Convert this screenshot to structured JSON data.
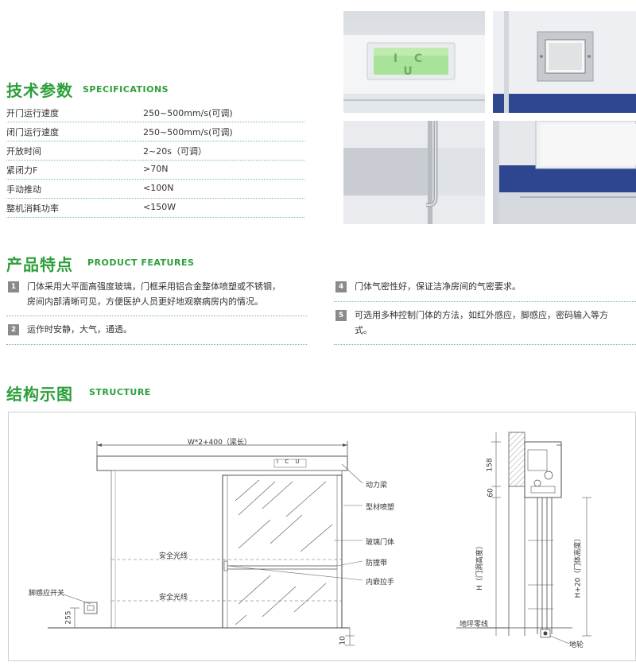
{
  "specifications": {
    "title_cn": "技术参数",
    "title_en": "SPECIFICATIONS",
    "rows": [
      {
        "label": "开门运行速度",
        "value": "250~500mm/s(可调)"
      },
      {
        "label": "闭门运行速度",
        "value": "250~500mm/s(可调)"
      },
      {
        "label": "开放时间",
        "value": "2~20s（可调）"
      },
      {
        "label": "紧闭力F",
        "value": ">70N"
      },
      {
        "label": "手动推动",
        "value": "<100N"
      },
      {
        "label": "整机消耗功率",
        "value": "<150W"
      }
    ]
  },
  "photos": {
    "icu_sign_text": "I C U"
  },
  "features": {
    "title_cn": "产品特点",
    "title_en": "PRODUCT FEATURES",
    "items": [
      {
        "num": "1",
        "lines": [
          "门体采用大平面高强度玻璃，门框采用铝合金整体喷塑或不锈钢，",
          "房间内部清晰可见，方便医护人员更好地观察病房内的情况。"
        ]
      },
      {
        "num": "2",
        "lines": [
          "运作时安静，大气，通透。"
        ]
      },
      {
        "num": "4",
        "lines": [
          "门体气密性好，保证洁净房间的气密要求。"
        ]
      },
      {
        "num": "5",
        "lines": [
          "可选用多种控制门体的方法，如红外感应，脚感应，密码输入等方",
          "式。"
        ]
      }
    ]
  },
  "structure": {
    "title_cn": "结构示图",
    "title_en": "STRUCTURE",
    "beam_length": "W*2+400（梁长）",
    "icu_label": "I C U",
    "safety_line_1": "安全光线",
    "safety_line_2": "安全光线",
    "foot_switch": "脚感应开关",
    "dim_255": "255",
    "dim_10": "10",
    "callouts": [
      "动力梁",
      "型材喷塑",
      "玻璃门体",
      "防撞带",
      "内嵌拉手"
    ],
    "side_dim_158": "158",
    "side_dim_60": "60",
    "side_h": "H（门洞高度）",
    "side_h20": "H+20（门体高度）",
    "floor_line": "地坪零线",
    "floor_wheel": "地轮"
  }
}
